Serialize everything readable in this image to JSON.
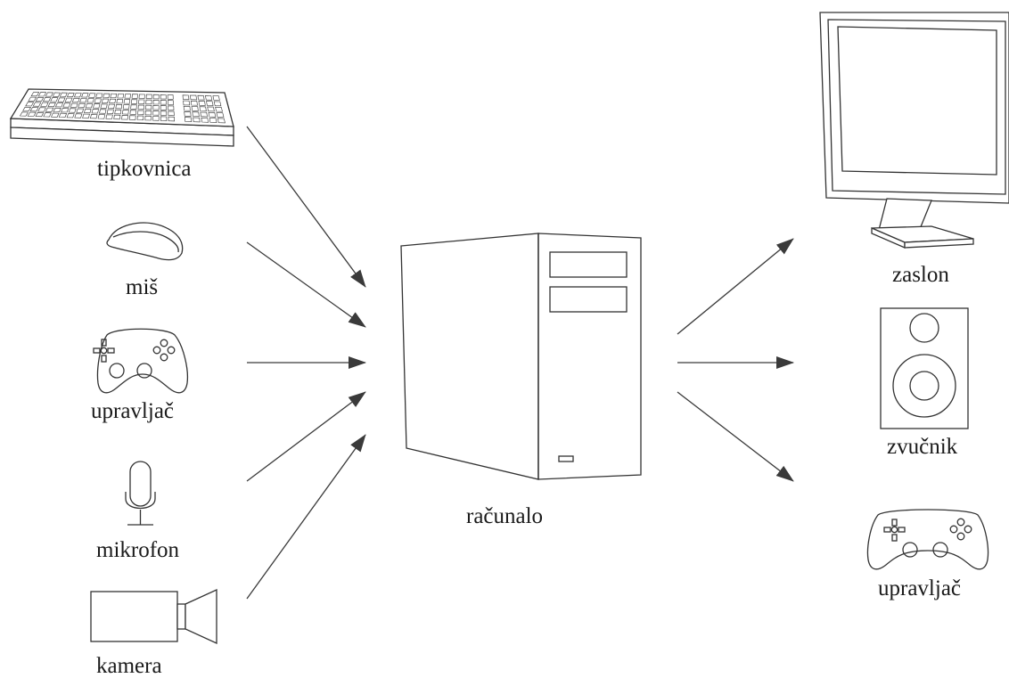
{
  "inputs": {
    "keyboard": {
      "label": "tipkovnica"
    },
    "mouse": {
      "label": "miš"
    },
    "controller": {
      "label": "upravljač"
    },
    "microphone": {
      "label": "mikrofon"
    },
    "camera": {
      "label": "kamera"
    }
  },
  "center": {
    "label": "računalo"
  },
  "outputs": {
    "monitor": {
      "label": "zaslon"
    },
    "speaker": {
      "label": "zvučnik"
    },
    "controller": {
      "label": "upravljač"
    }
  },
  "colors": {
    "stroke": "#333333",
    "arrow": "#3a3a3a",
    "background": "#ffffff"
  }
}
